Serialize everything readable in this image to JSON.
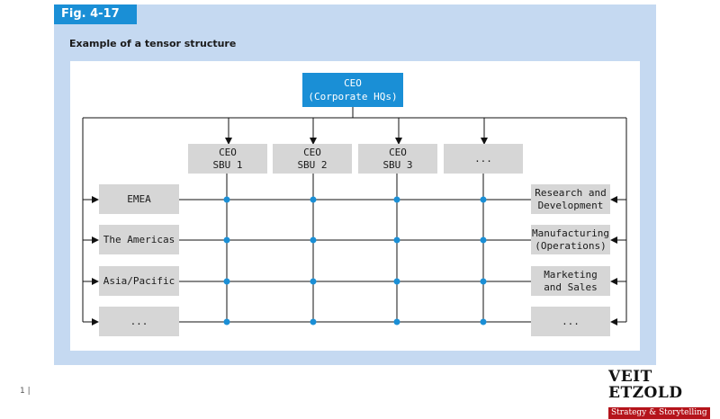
{
  "figure": {
    "label": "Fig. 4-17",
    "subtitle": "Example of a tensor structure"
  },
  "diagram": {
    "ceo": {
      "line1": "CEO",
      "line2": "(Corporate HQs)",
      "color": "#1a8fd6"
    },
    "sbus": [
      "CEO\nSBU 1",
      "CEO\nSBU 2",
      "CEO\nSBU 3",
      "..."
    ],
    "regions": [
      "EMEA",
      "The Americas",
      "Asia/Pacific",
      "..."
    ],
    "functions": [
      "Research and\nDevelopment",
      "Manufacturing\n(Operations)",
      "Marketing\nand Sales",
      "..."
    ],
    "node_color": "#1a8fd6",
    "box_color": "#d6d6d6"
  },
  "footer": {
    "page": "1 |",
    "brand_name": "VEIT ETZOLD",
    "brand_tagline": "Strategy & Storytelling",
    "brand_color": "#b5141b"
  }
}
